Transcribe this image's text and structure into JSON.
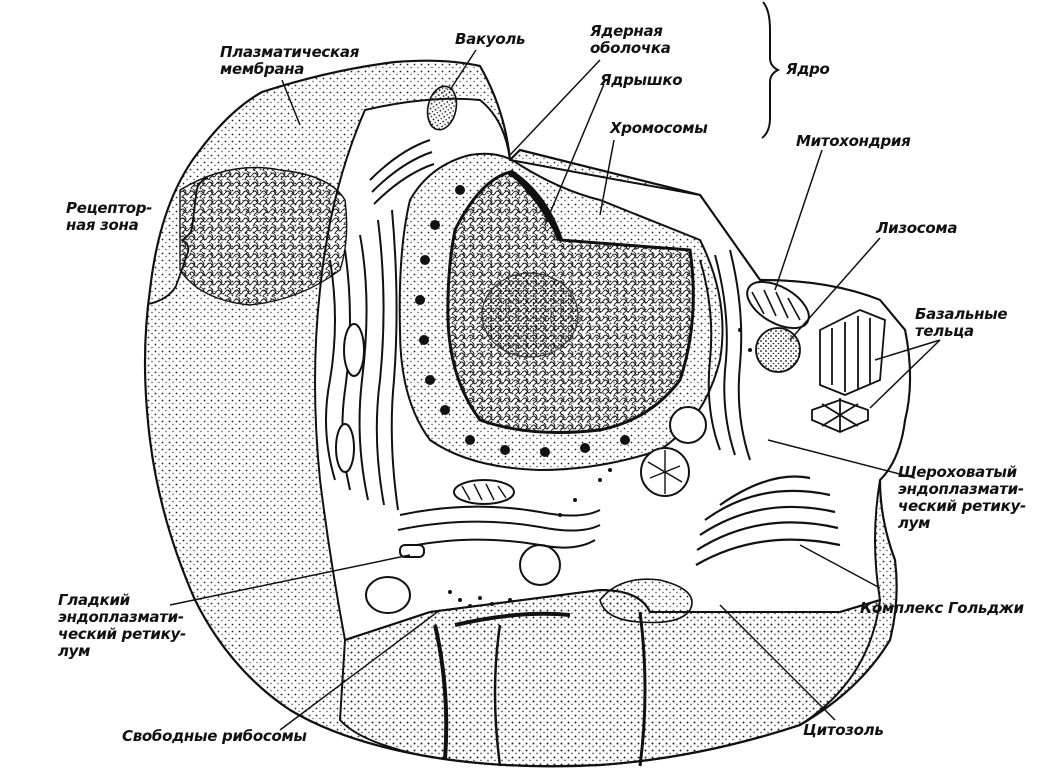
{
  "labels": {
    "plasma_membrane": "Плазматическая\nмембрана",
    "vacuole": "Вакуоль",
    "nuclear_envelope": "Ядерная\nоболочка",
    "nucleolus": "Ядрышко",
    "nucleus": "Ядро",
    "chromosomes": "Хромосомы",
    "mitochondrion": "Митохондрия",
    "receptor_zone": "Рецептор-\nная зона",
    "lysosome": "Лизосома",
    "basal_bodies": "Базальные\nтельца",
    "rough_er": "Шероховатый\nэндоплазмати-\nческий ретику-\nлум",
    "smooth_er": "Гладкий\nэндоплазмати-\nческий ретику-\nлум",
    "golgi": "Комплекс Гольджи",
    "free_ribosomes": "Свободные рибосомы",
    "cytosol": "Цитозоль"
  },
  "colors": {
    "ink": "#111111",
    "paper": "#ffffff",
    "shade": "#d9d9d9"
  }
}
